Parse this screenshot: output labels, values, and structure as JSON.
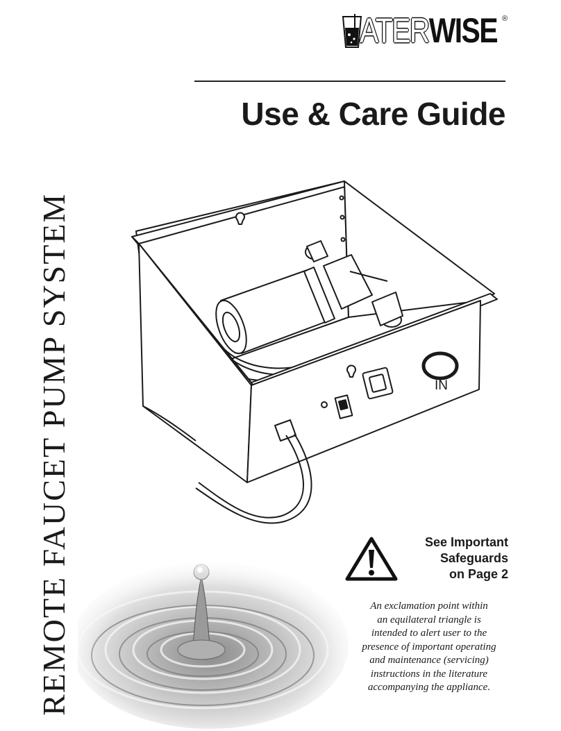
{
  "brand": {
    "logo_text_light": "ATER",
    "logo_text_bold": "WISE",
    "registered_mark": "®"
  },
  "header": {
    "title": "Use & Care Guide"
  },
  "spine": {
    "text": "REMOTE FAUCET PUMP SYSTEM"
  },
  "illustration": {
    "inlet_label": "IN"
  },
  "safety": {
    "heading_lines": [
      "See Important",
      "Safeguards",
      "on Page 2"
    ],
    "icon": "warning-triangle-exclamation-icon",
    "note_lines": [
      "An exclamation point within",
      "an equilateral triangle is",
      "intended to alert user to the",
      "presence of important operating",
      "and maintenance (servicing)",
      "instructions in the literature",
      "accompanying the appliance."
    ]
  }
}
